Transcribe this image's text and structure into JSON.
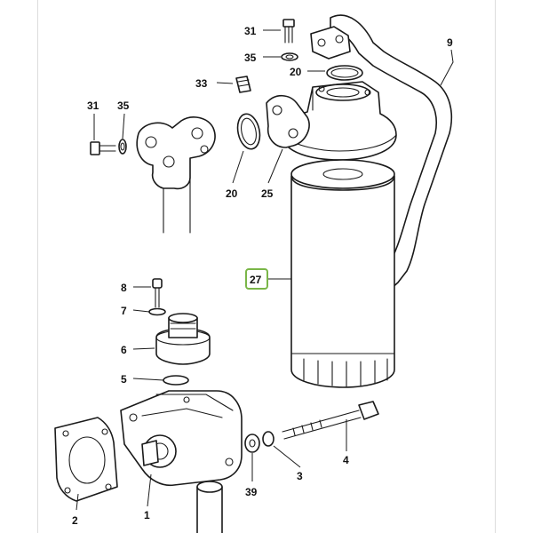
{
  "diagram": {
    "callouts": [
      "31",
      "35",
      "20",
      "9",
      "33",
      "31",
      "35",
      "20",
      "25",
      "27",
      "8",
      "7",
      "6",
      "5",
      "2",
      "1",
      "39",
      "3",
      "4"
    ],
    "highlighted_callout": "27",
    "highlight_color": "#7ab648",
    "line_color": "#1a1a1a"
  }
}
